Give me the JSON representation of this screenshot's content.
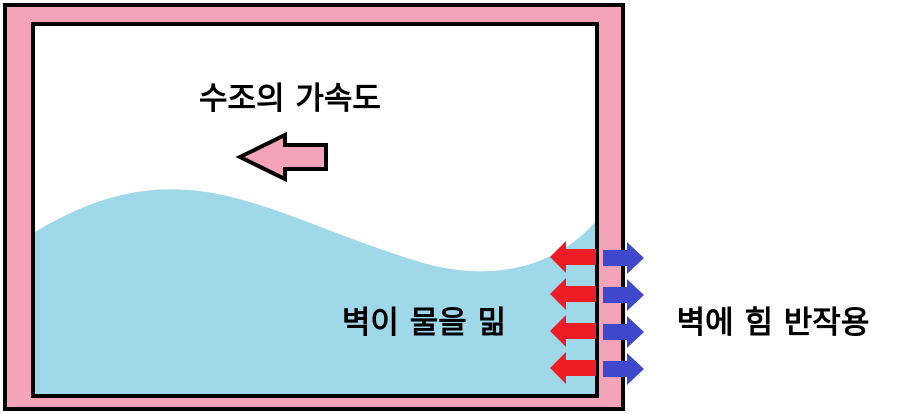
{
  "labels": {
    "tank_acceleration": "수조의 가속도",
    "wall_pushes_water": "벽이 물을 밂",
    "reaction_on_wall": "벽에 힘 반작용"
  },
  "colors": {
    "tank_wall": "#f5a3b8",
    "outline": "#000000",
    "water": "#9fd8e8",
    "acceleration_arrow": "#f5a3b8",
    "wall_on_water_arrow": "#ee1c24",
    "reaction_arrow": "#3f48cc",
    "background": "#ffffff"
  },
  "icons": {
    "acceleration": "left-arrow-icon",
    "wall_force": "left-arrow-icon",
    "reaction_force": "right-arrow-icon"
  }
}
